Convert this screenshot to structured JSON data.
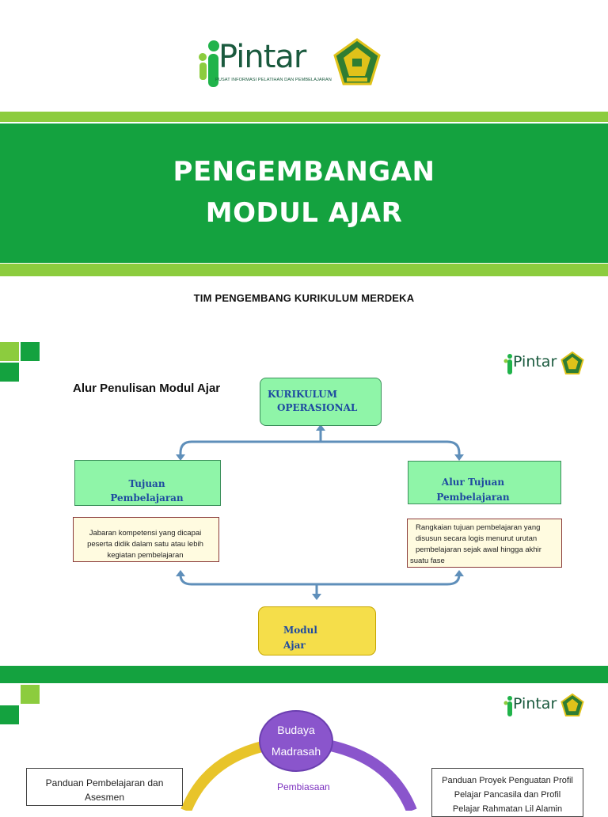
{
  "slide1": {
    "logo_word": "Pintar",
    "logo_tagline": "PUSAT INFORMASI PELATIHAN DAN PEMBELAJARAN",
    "title_line1": "PENGEMBANGAN",
    "title_line2": "MODUL AJAR",
    "subtitle": "TIM PENGEMBANG KURIKULUM MERDEKA"
  },
  "slide2": {
    "logo_word": "Pintar",
    "heading": "Alur Penulisan Modul Ajar",
    "kurikulum_line1": "KURIKULUM",
    "kurikulum_line2": "OPERASIONAL",
    "tujuan_line1": "Tujuan",
    "tujuan_line2": "Pembelajaran",
    "tujuan_desc_1": "Jabaran kompetensi yang dicapai",
    "tujuan_desc_2": "peserta didik dalam satu atau lebih",
    "tujuan_desc_3": "kegiatan pembelajaran",
    "alur_line1": "Alur Tujuan",
    "alur_line2": "Pembelajaran",
    "alur_desc_1": "Rangkaian tujuan pembelajaran yang",
    "alur_desc_2": "disusun secara logis menurut urutan",
    "alur_desc_3": "pembelajaran sejak awal hingga akhir",
    "alur_desc_4": "suatu fase",
    "modul_line1": "Modul",
    "modul_line2": "Ajar"
  },
  "slide3": {
    "logo_word": "Pintar",
    "bubble_line1": "Budaya",
    "bubble_line2": "Madrasah",
    "pembiasaan": "Pembiasaan",
    "left_box_1": "Panduan Pembelajaran dan",
    "left_box_2": "Asesmen",
    "right_box_1": "Panduan Proyek Penguatan Profil",
    "right_box_2": "Pelajar Pancasila dan Profil",
    "right_box_3": "Pelajar Rahmatan Lil Alamin"
  },
  "colors": {
    "green_dark": "#14a23f",
    "green_light": "#8ccc3e",
    "box_green": "#8ff5a8",
    "box_yellow": "#f5de4a",
    "arrow": "#5f8fba",
    "purple": "#8a55cc"
  }
}
